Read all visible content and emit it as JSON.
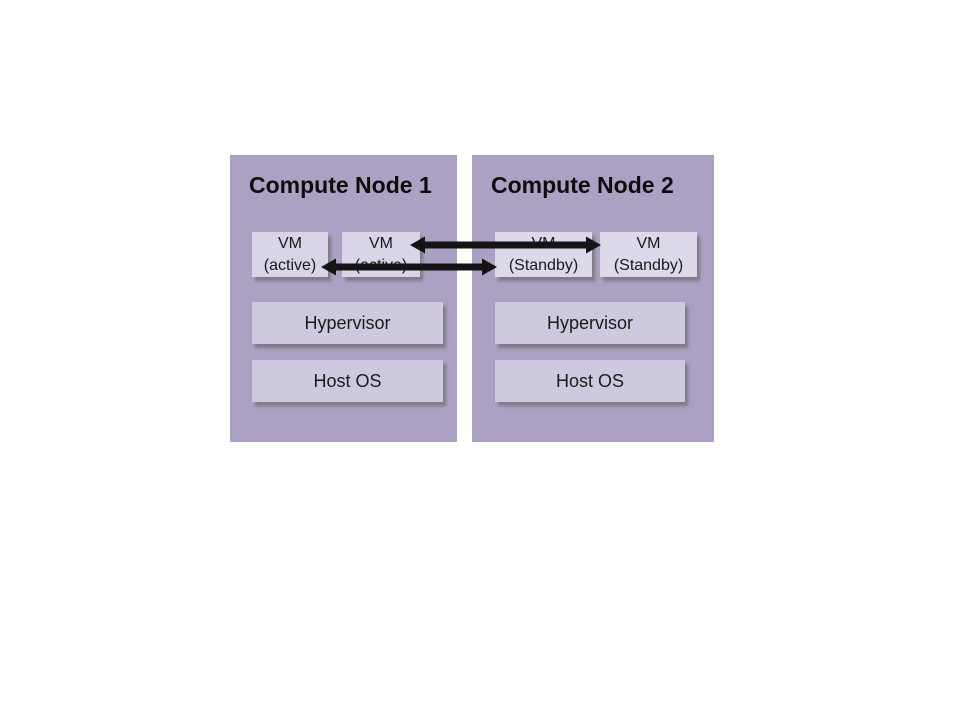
{
  "diagram": {
    "type": "architecture-diagram",
    "nodes": [
      {
        "title": "Compute Node 1",
        "vms": [
          {
            "name": "VM",
            "state": "(active)"
          },
          {
            "name": "VM",
            "state": "(active)"
          }
        ],
        "layers": [
          {
            "label": "Hypervisor"
          },
          {
            "label": "Host OS"
          }
        ]
      },
      {
        "title": "Compute Node 2",
        "vms": [
          {
            "name": "VM",
            "state": "(Standby)"
          },
          {
            "name": "VM",
            "state": "(Standby)"
          }
        ],
        "layers": [
          {
            "label": "Hypervisor"
          },
          {
            "label": "Host OS"
          }
        ]
      }
    ],
    "arrows": [
      {
        "id": "replication-arrow-top",
        "direction": "bidirectional",
        "from": "node1-vm2",
        "to": "node2-vm2"
      },
      {
        "id": "replication-arrow-bottom",
        "direction": "bidirectional",
        "from": "node1-vm1",
        "to": "node2-vm1"
      }
    ],
    "colors": {
      "node_background": "#aca1c3",
      "vm_box": "#d9d4e7",
      "layer_box": "#cfc9df",
      "arrow": "#141414",
      "text": "#1a1a1a",
      "page_background": "#ffffff"
    }
  }
}
